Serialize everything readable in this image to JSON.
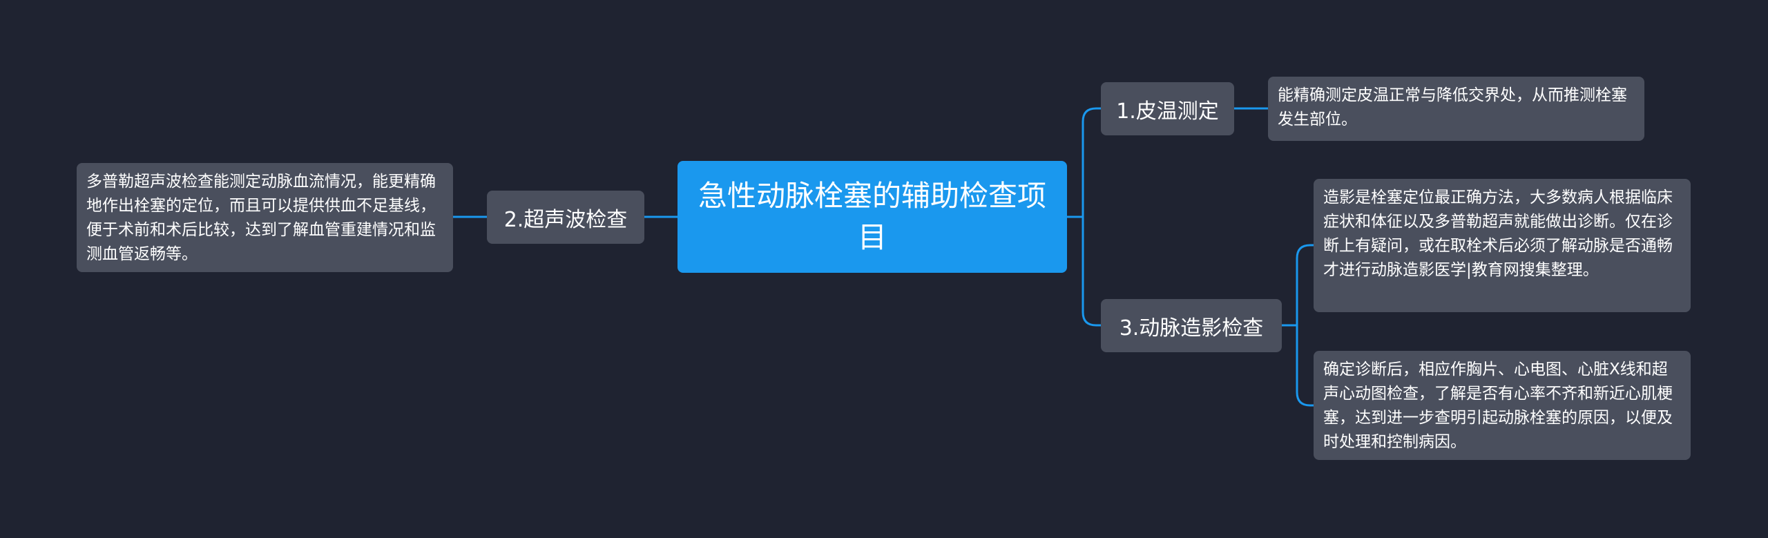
{
  "mindmap": {
    "root": {
      "text": "急性动脉栓塞的辅助检查项目"
    },
    "branches": [
      {
        "id": "b1",
        "label": "1.皮温测定",
        "details": [
          "能精确测定皮温正常与降低交界处，从而推测栓塞发生部位。"
        ]
      },
      {
        "id": "b2",
        "label": "2.超声波检查",
        "details": [
          "多普勒超声波检查能测定动脉血流情况，能更精确地作出栓塞的定位，而且可以提供供血不足基线，便于术前和术后比较，达到了解血管重建情况和监测血管返畅等。"
        ]
      },
      {
        "id": "b3",
        "label": "3.动脉造影检查",
        "details": [
          "造影是栓塞定位最正确方法，大多数病人根据临床症状和体征以及多普勒超声就能做出诊断。仅在诊断上有疑问，或在取栓术后必须了解动脉是否通畅才进行动脉造影医学|教育网搜集整理。",
          "确定诊断后，相应作胸片、心电图、心脏X线和超声心动图检查，了解是否有心率不齐和新近心肌梗塞，达到进一步查明引起动脉栓塞的原因，以便及时处理和控制病因。"
        ]
      }
    ],
    "colors": {
      "background": "#1f2331",
      "root": "#1a98ee",
      "node": "#4a4f5d",
      "connector": "#1a98ee",
      "text": "#ffffff"
    }
  }
}
